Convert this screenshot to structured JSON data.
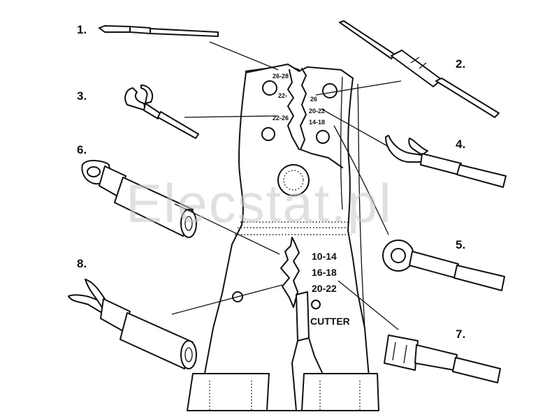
{
  "watermark": "Elecstat.pl",
  "labels": {
    "n1": "1.",
    "n2": "2.",
    "n3": "3.",
    "n4": "4.",
    "n5": "5.",
    "n6": "6.",
    "n7": "7.",
    "n8": "8."
  },
  "tool": {
    "gauges": [
      "10-14",
      "16-18",
      "20-22"
    ],
    "cutter": "CUTTER",
    "jaw_left": [
      "26-28",
      "22-",
      "22-26"
    ],
    "jaw_right": [
      "26",
      "20-22",
      "14-18"
    ]
  },
  "colors": {
    "ink": "#111111",
    "paper": "#ffffff",
    "watermark": "#c8c8c8"
  }
}
